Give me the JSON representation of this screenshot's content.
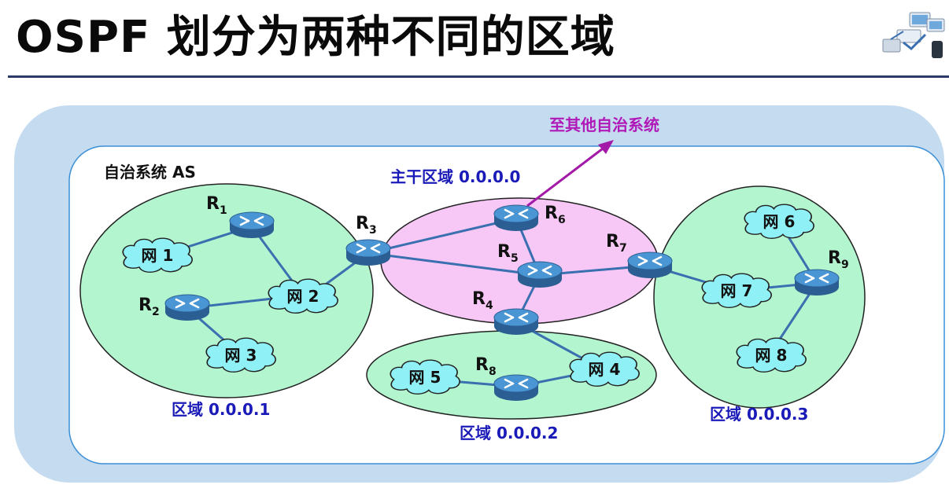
{
  "title": "OSPF 划分为两种不同的区域",
  "as_label": "自治系统 AS",
  "external_label": "至其他自治系统",
  "areas": {
    "backbone": "主干区域 0.0.0.0",
    "area1": "区域 0.0.0.1",
    "area2": "区域 0.0.0.2",
    "area3": "区域 0.0.0.3"
  },
  "networks": {
    "n1": "网 1",
    "n2": "网 2",
    "n3": "网 3",
    "n4": "网 4",
    "n5": "网 5",
    "n6": "网 6",
    "n7": "网 7",
    "n8": "网 8"
  },
  "routers": {
    "r1": {
      "letter": "R",
      "sub": "1"
    },
    "r2": {
      "letter": "R",
      "sub": "2"
    },
    "r3": {
      "letter": "R",
      "sub": "3"
    },
    "r4": {
      "letter": "R",
      "sub": "4"
    },
    "r5": {
      "letter": "R",
      "sub": "5"
    },
    "r6": {
      "letter": "R",
      "sub": "6"
    },
    "r7": {
      "letter": "R",
      "sub": "7"
    },
    "r8": {
      "letter": "R",
      "sub": "8"
    },
    "r9": {
      "letter": "R",
      "sub": "9"
    }
  },
  "colors": {
    "outer_frame": "#c5dbef",
    "area_green": "#b3f5cf",
    "backbone_pink": "#f7c8f5",
    "cloud_cyan": "#8ff0f5",
    "link_blue": "#3a6fb0",
    "router_blue": "#3d86c6",
    "arrow_purple": "#a31aa8",
    "area_text": "#1a1ab8"
  }
}
